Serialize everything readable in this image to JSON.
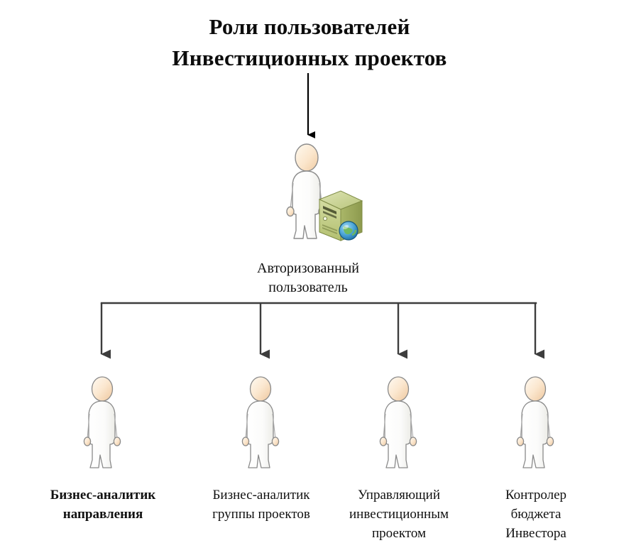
{
  "diagram": {
    "title": {
      "line1": "Роли пользователей",
      "line2": "Инвестиционных проектов"
    },
    "root": {
      "icon": "user-with-server-icon",
      "label_line1": "Авторизованный",
      "label_line2": "пользователь"
    },
    "roles": [
      {
        "icon": "person-icon",
        "bold": true,
        "lines": [
          "Бизнес-аналитик",
          "направления"
        ]
      },
      {
        "icon": "person-icon",
        "bold": false,
        "lines": [
          "Бизнес-аналитик",
          "группы проектов"
        ]
      },
      {
        "icon": "person-icon",
        "bold": false,
        "lines": [
          "Управляющий",
          "инвестиционным",
          "проектом"
        ]
      },
      {
        "icon": "person-icon",
        "bold": false,
        "lines": [
          "Контролер",
          "бюджета",
          "Инвестора"
        ]
      }
    ],
    "colors": {
      "background": "#ffffff",
      "text": "#111111",
      "connector": "#3a3a3a",
      "top_arrow": "#000000",
      "body_fill": "#fbfbfa",
      "body_outline": "#8c8c8c",
      "skin_light": "#fdf2e2",
      "skin_dark": "#f2cfa6",
      "server_light": "#cfd79a",
      "server_mid": "#aebb6c",
      "server_dark": "#8d9a4e",
      "globe_blue": "#4da6d8",
      "globe_green": "#6fb95a"
    }
  }
}
